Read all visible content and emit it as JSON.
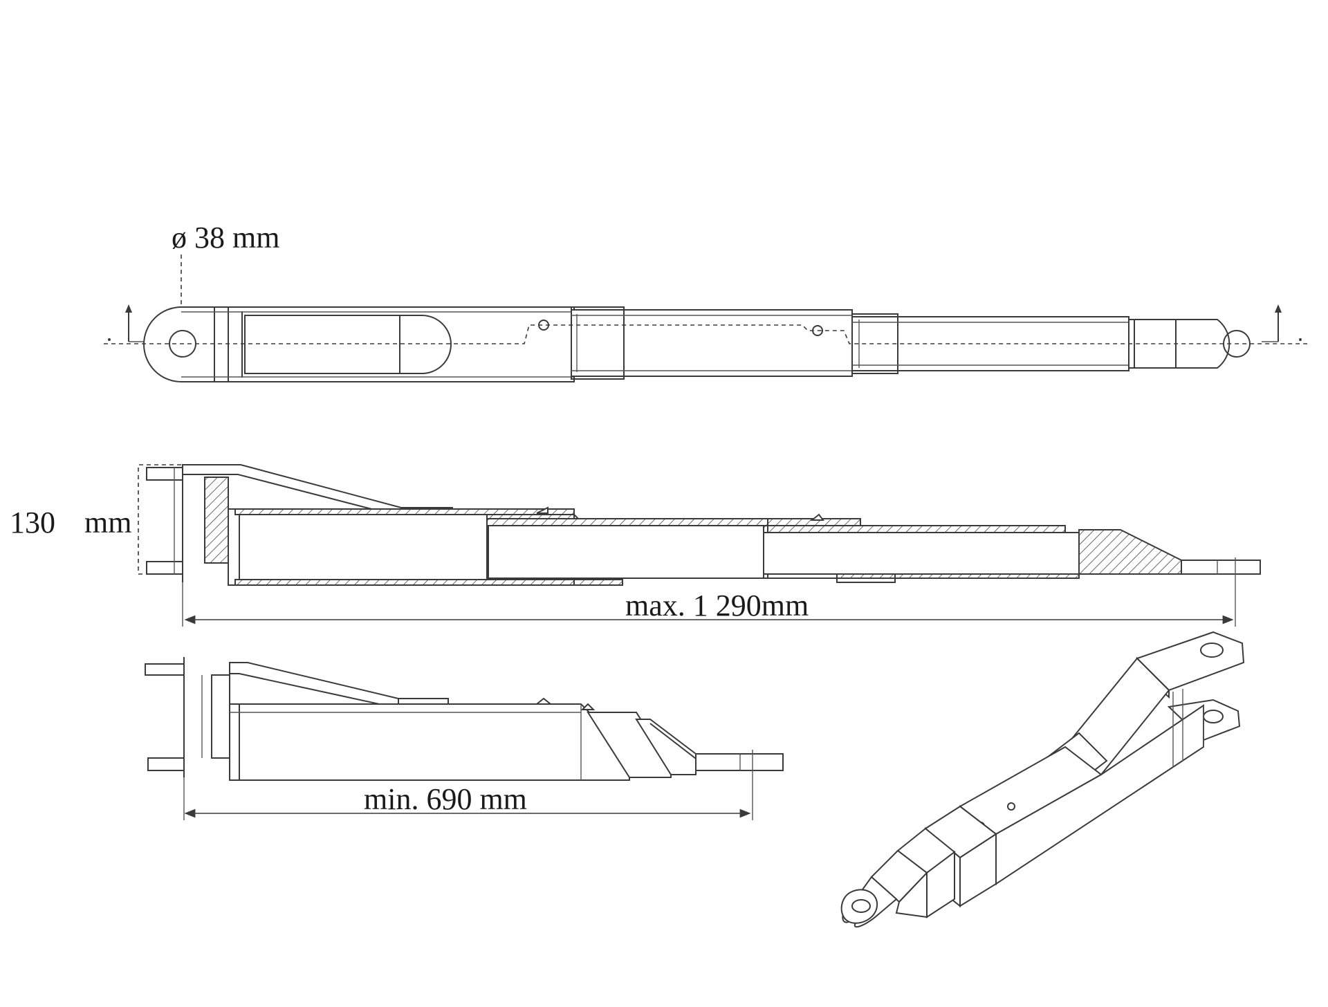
{
  "dimensions": {
    "bore_diameter": "ø 38 mm",
    "height": "130",
    "height_unit": "mm",
    "max_length": "max. 1 290mm",
    "min_length": "min. 690 mm"
  }
}
